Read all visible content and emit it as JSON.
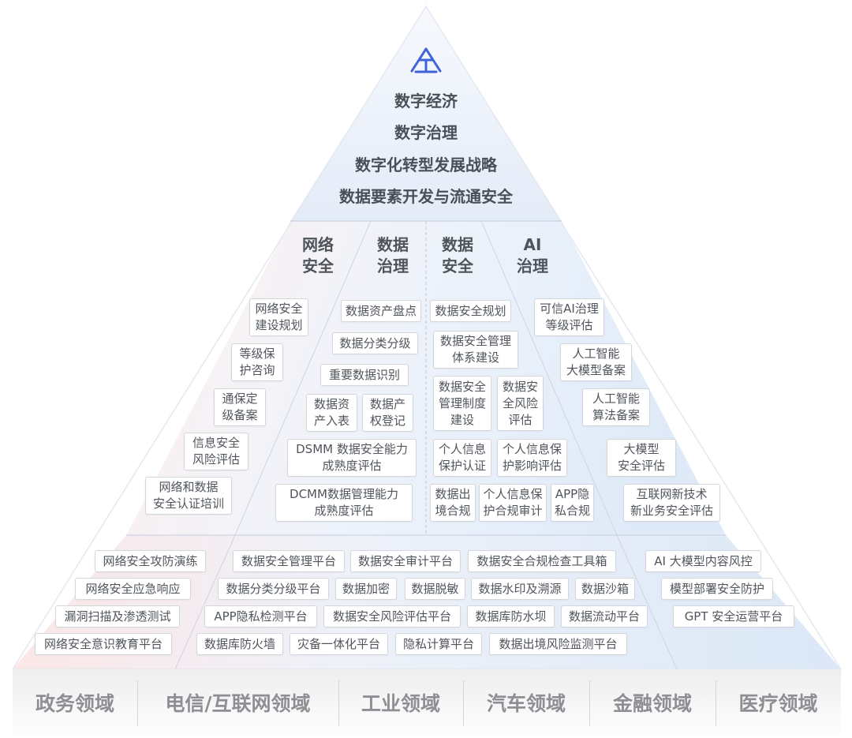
{
  "colors": {
    "logo": "#3e63d8",
    "top_bg": "#e9eef9",
    "left_tint": "#fbe8e8",
    "right_tint": "#e1ecf9",
    "box_border": "#d3d6db",
    "text": "#4a4f57",
    "domain_text": "#8d8f94"
  },
  "logo_icon": "triangle-logo-icon",
  "top": {
    "lines": [
      "数字经济",
      "数字治理",
      "数字化转型发展战略",
      "数据要素开发与流通安全"
    ]
  },
  "columns": [
    {
      "line1": "网络",
      "line2": "安全"
    },
    {
      "line1": "数据",
      "line2": "治理"
    },
    {
      "line1": "数据",
      "line2": "安全"
    },
    {
      "line1": "AI",
      "line2": "治理"
    }
  ],
  "network_security": [
    "网络安全\n建设规划",
    "等级保\n护咨询",
    "通保定\n级备案",
    "信息安全\n风险评估",
    "网络和数据\n安全认证培训"
  ],
  "data_governance": [
    "数据资产盘点",
    "数据分类分级",
    "重要数据识别",
    "数据资\n产入表",
    "数据产\n权登记",
    "DSMM 数据安全能力\n成熟度评估",
    "DCMM数据管理能力\n成熟度评估"
  ],
  "data_security": [
    "数据安全规划",
    "数据安全管理\n体系建设",
    "数据安全\n管理制度\n建设",
    "数据安\n全风险\n评估",
    "个人信息\n保护认证",
    "个人信息保\n护影响评估",
    "数据出\n境合规",
    "个人信息保\n护合规审计",
    "APP隐\n私合规"
  ],
  "ai_governance": [
    "可信AI治理\n等级评估",
    "人工智能\n大模型备案",
    "人工智能\n算法备案",
    "大模型\n安全评估",
    "互联网新技术\n新业务安全评估"
  ],
  "platforms_left": [
    "网络安全攻防演练",
    "网络安全应急响应",
    "漏洞扫描及渗透测试",
    "网络安全意识教育平台"
  ],
  "platforms_middle": [
    "数据安全管理平台",
    "数据安全审计平台",
    "数据安全合规检查工具箱",
    "数据分类分级平台",
    "数据加密",
    "数据脱敏",
    "数据水印及溯源",
    "数据沙箱",
    "APP隐私检测平台",
    "数据安全风险评估平台",
    "数据库防水坝",
    "数据流动平台",
    "数据库防火墙",
    "灾备一体化平台",
    "隐私计算平台",
    "数据出境风险监测平台"
  ],
  "platforms_right": [
    "AI 大模型内容风控",
    "模型部署安全防护",
    "GPT 安全运营平台"
  ],
  "domains": [
    "政务领域",
    "电信/互联网领域",
    "工业领域",
    "汽车领域",
    "金融领域",
    "医疗领域"
  ]
}
